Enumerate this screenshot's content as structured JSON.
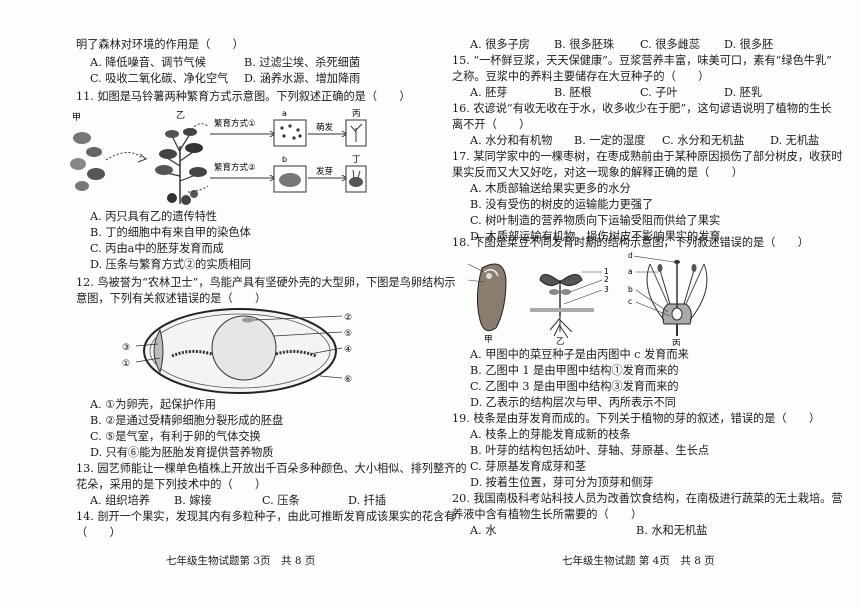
{
  "left": {
    "q10": {
      "stem_tail": "明了森林对环境的作用是（　　）",
      "options": [
        "A. 降低噪音、调节气候",
        "B. 过滤尘埃、杀死细菌",
        "C. 吸收二氧化碳、净化空气",
        "D. 涵养水源、增加降雨"
      ]
    },
    "q11": {
      "stem": "11. 如图是马铃薯两种繁育方式示意图。下列叙述正确的是（　　）",
      "figure_labels": {
        "jia": "甲",
        "yi": "乙",
        "bing": "丙",
        "ding": "丁",
        "method1": "繁育方式①",
        "method2": "繁育方式②",
        "mengfa": "萌发",
        "faya": "发芽",
        "a": "a",
        "b": "b"
      },
      "options": [
        "A. 丙只具有乙的遗传特性",
        "B. 丁的细胞中有来自甲的染色体",
        "C. 丙由a中的胚芽发育而成",
        "D. 压条与繁育方式②的实质相同"
      ]
    },
    "q12": {
      "stem1": "12. 鸟被誉为“农林卫士”，鸟能产具有坚硬外壳的大型卵，下图是鸟卵结构示",
      "stem2": "意图，下列有关叙述错误的是（　　）",
      "figure_labels": [
        "①",
        "②",
        "③",
        "④",
        "⑤",
        "⑥"
      ],
      "options": [
        "A. ①为卵壳，起保护作用",
        "B. ②是通过受精卵细胞分裂形成的胚盘",
        "C. ⑤是气室，有利于卵的气体交换",
        "D. 只有⑥能为胚胎发育提供营养物质"
      ]
    },
    "q13": {
      "stem1": "13. 园艺师能让一棵单色植株上开放出千百朵多种颜色、大小相似、排列整齐的",
      "stem2": "花朵，采用的是下列技术中的（　　）",
      "options": [
        "A. 组织培养",
        "B. 嫁接",
        "C. 压条",
        "D. 扦插"
      ]
    },
    "q14": {
      "stem1": "14. 剖开一个果实，发现其内有多粒种子，由此可推断发育成该果实的花含有",
      "stem2": "（　　）"
    },
    "footer": "七年级生物试题第 3页　共 8 页"
  },
  "right": {
    "q14_options": [
      "A. 很多子房",
      "B. 很多胚珠",
      "C. 很多雌蕊",
      "D. 很多胚"
    ],
    "q15": {
      "stem1": "15. “一杯鲜豆浆，天天保健康”。豆浆营养丰富，味美可口，素有“绿色牛乳”",
      "stem2": "之称。豆浆中的养料主要储存在大豆种子的（　　）",
      "options": [
        "A. 胚芽",
        "B. 胚根",
        "C. 子叶",
        "D. 胚乳"
      ]
    },
    "q16": {
      "stem1": "16. 农谚说“有收无收在于水，收多收少在于肥”，这句谚语说明了植物的生长",
      "stem2": "离不开（　　）",
      "options": [
        "A. 水分和有机物",
        "B. 一定的湿度",
        "C. 水分和无机盐",
        "D. 无机盐"
      ]
    },
    "q17": {
      "stem1": "17. 某同学家中的一棵枣树，在枣成熟前由于某种原因损伤了部分树皮，收获时",
      "stem2": "果实反而又大又好吃，对这一现象的解释正确的是（　　）",
      "options": [
        "A. 木质部输送给果实更多的水分",
        "B. 没有受伤的树皮的运输能力更强了",
        "C. 树叶制造的营养物质向下运输受阻而供给了果实",
        "D. 木质部运输有机物，损伤树皮不影响果实的发育"
      ]
    },
    "q18": {
      "stem": "18. 下图是菜豆不同发育时期的结构示意图，下列叙述错误的是（　　）",
      "figure_labels": {
        "jia": "甲",
        "yi": "乙",
        "bing": "丙",
        "n1": "1",
        "n2": "2",
        "n3": "3",
        "a": "a",
        "b": "b",
        "c": "c",
        "d": "d"
      },
      "options": [
        "A. 甲图中的菜豆种子是由丙图中 c 发育而来",
        "B. 乙图中 1 是由甲图中结构①发育而来的",
        "C. 乙图中 3 是由甲图中结构③发育而来的",
        "D. 乙表示的结构层次与甲、丙所表示不同"
      ]
    },
    "q19": {
      "stem": "19. 枝条是由芽发育而成的。下列关于植物的芽的叙述，错误的是（　　）",
      "options": [
        "A. 枝条上的芽能发育成新的枝条",
        "B. 叶芽的结构包括幼叶、芽轴、芽原基、生长点",
        "C. 芽原基发育成芽和茎",
        "D. 按着生位置，芽可分为顶芽和侧芽"
      ]
    },
    "q20": {
      "stem1": "20. 我国南极科考站科技人员为改善饮食结构，在南极进行蔬菜的无土栽培。营",
      "stem2": "养液中含有植物生长所需要的（　　）",
      "options": [
        "A. 水",
        "B. 水和无机盐"
      ]
    },
    "footer": "七年级生物试题 第 4页　共 8 页"
  }
}
